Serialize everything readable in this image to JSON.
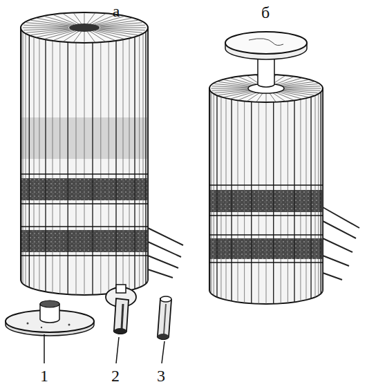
{
  "diagram": {
    "labels": [
      "а",
      "б",
      "1",
      "2",
      "3"
    ]
  }
}
